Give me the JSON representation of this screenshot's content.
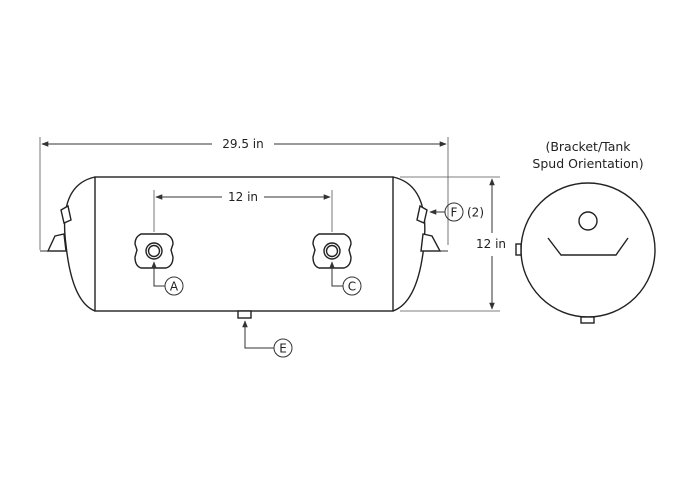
{
  "dimensions": {
    "overall_length": "29.5 in",
    "port_spacing": "12 in",
    "diameter": "12 in"
  },
  "callouts": {
    "port_a": "A",
    "port_c": "C",
    "port_e": "E",
    "port_f": "F",
    "port_f_qty": "(2)"
  },
  "end_view": {
    "label_line1": "(Bracket/Tank",
    "label_line2": "Spud Orientation)"
  }
}
